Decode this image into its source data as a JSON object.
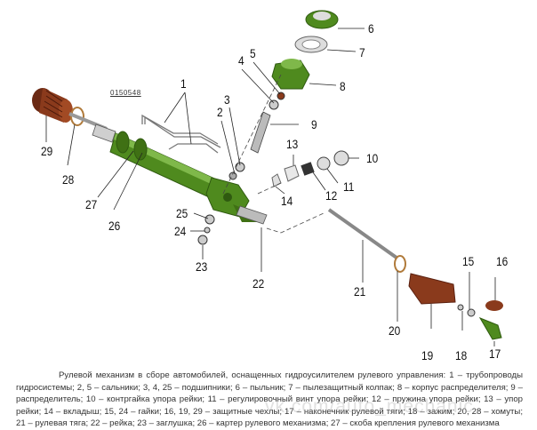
{
  "drawing": {
    "title": "Рулевой механизм в сборе",
    "stamp_code": "0150548",
    "colors": {
      "housing": "#4f8a1e",
      "housing_dark": "#2f5a10",
      "boot": "#8a3a1c",
      "boot_dark": "#5a2010",
      "metal": "#c8c8c8",
      "line": "#222222"
    },
    "labels": [
      "1",
      "2",
      "3",
      "4",
      "5",
      "6",
      "7",
      "8",
      "9",
      "10",
      "11",
      "12",
      "13",
      "14",
      "15",
      "16",
      "17",
      "18",
      "19",
      "20",
      "21",
      "22",
      "23",
      "24",
      "25",
      "26",
      "27",
      "28",
      "29"
    ]
  },
  "caption": {
    "text": "Рулевой механизм в сборе автомобилей, оснащенных гидроусилителем рулевого управления: 1 – трубопроводы гидросистемы; 2, 5 – сальники; 3, 4, 25 – подшипники; 6 – пыльник; 7 – пылезащитный колпак; 8 – корпус распределителя; 9 – распределитель; 10 – контргайка упора рейки; 11 – регулировочный винт упора рейки; 12 – пружина упора рейки; 13 – упор рейки; 14 – вкладыш; 15, 24 – гайки; 16, 19, 29 – защитные чехлы; 17 – наконечник рулевой тяги; 18 – зажим; 20, 28 – хомуты; 21 – рулевая тяга; 22 – рейка; 23 – заглушка; 26 – картер рулевого механизма; 27 – скоба крепления рулевого механизма"
  },
  "watermark": "vk.com/auto_mechanic"
}
